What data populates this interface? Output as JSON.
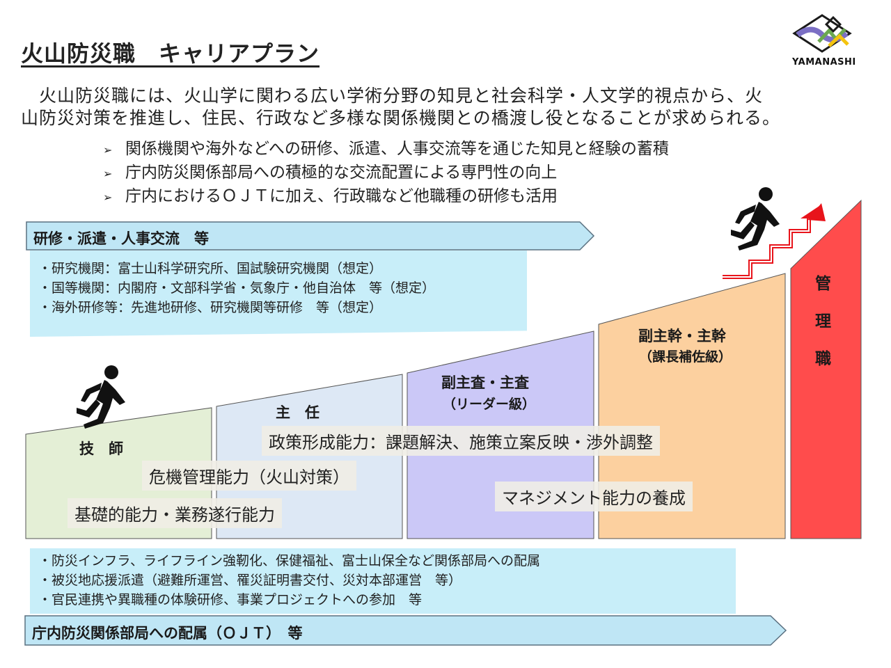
{
  "title": "火山防災職　キャリアプラン",
  "intro": {
    "line1": "　火山防災職には、火山学に関わる広い学術分野の知見と社会科学・人文学的視点から、火",
    "line2": "山防災対策を推進し、住民、行政など多様な関係機関との橋渡し役となることが求められる。"
  },
  "bullets": [
    "関係機関や海外などへの研修、派遣、人事交流等を通じた知見と経験の蓄積",
    "庁内防災関係部局への積極的な交流配置による専門性の向上",
    "庁内におけるＯＪＴに加え、行政職など他職種の研修も活用"
  ],
  "bullet_marker": "➢",
  "top_banner": {
    "label": "研修・派遣・人事交流　等",
    "items": [
      "・研究機関：富士山科学研究所、国試験研究機関（想定）",
      "・国等機関：内閣府・文部科学省・気象庁・他自治体　等（想定）",
      "・海外研修等：先進地研修、研究機関等研修　等（想定）"
    ]
  },
  "stages": {
    "gishi": {
      "label": "技　師",
      "color": "#e4efd6"
    },
    "shunin": {
      "label": "主　任",
      "color": "#dde8f5"
    },
    "fukushusa": {
      "label": "副主査・主査",
      "sub": "（リーダー級）",
      "color": "#cbc8f7"
    },
    "fukushukan": {
      "label": "副主幹・主幹",
      "sub": "（課長補佐級）",
      "color": "#fcd09f"
    },
    "kanri": {
      "chars": [
        "管",
        "理",
        "職"
      ],
      "color": "#ff4c4c"
    }
  },
  "skills": {
    "policy": "政策形成能力：課題解決、施策立案反映・渉外調整",
    "crisis": "危機管理能力（火山対策）",
    "management": "マネジメント能力の養成",
    "basic": "基礎的能力・業務遂行能力"
  },
  "bottom_banner": {
    "label": "庁内防災関係部局への配属（ＯＪＴ）　等",
    "items": [
      "・防災インフラ、ライフライン強靭化、保健福祉、富士山保全など関係部局への配属",
      "・被災地応援派遣（避難所運営、罹災証明書交付、災対本部運営　等）",
      "・官民連携や異職種の体験研修、事業プロジェクトへの参加　等"
    ]
  },
  "logo": {
    "text": "YAMANASHI"
  },
  "icons": [
    "runner-icon",
    "runner-icon",
    "stairs-arrow-icon",
    "yamanashi-logo-icon"
  ]
}
